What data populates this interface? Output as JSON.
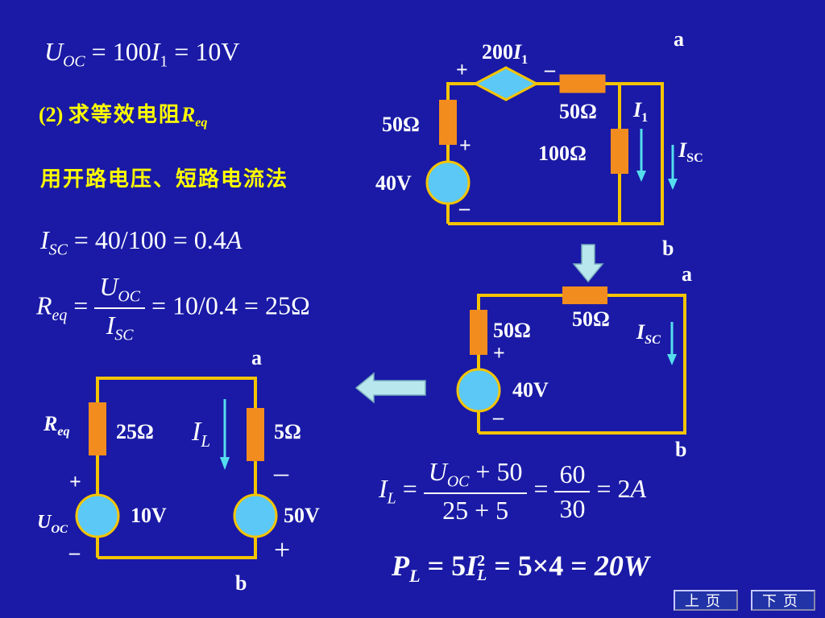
{
  "equations": {
    "uoc": {
      "lhs": "U",
      "lhs_sub": "OC",
      "rhs1": "100",
      "rhs1_var": "I",
      "rhs1_sub": "1",
      "rhs2": "10V"
    },
    "isc": {
      "lhs": "I",
      "lhs_sub": "SC",
      "rhs": "40/100",
      "result": "0.4",
      "unit": "A"
    },
    "req": {
      "lhs": "R",
      "lhs_sub": "eq",
      "num": "U",
      "num_sub": "OC",
      "den": "I",
      "den_sub": "SC",
      "rhs": "10/0.4",
      "result": "25Ω"
    },
    "il": {
      "lhs": "I",
      "lhs_sub": "L",
      "num1": "U",
      "num1_sub": "OC",
      "num1_rest": "+ 50",
      "den1": "25 + 5",
      "num2": "60",
      "den2": "30",
      "result": "2",
      "unit": "A"
    },
    "pl": {
      "lhs": "P",
      "lhs_sub": "L",
      "coef": "5",
      "var": "I",
      "sup": "2",
      "sub": "L",
      "rhs": "5×4",
      "result": "20W"
    }
  },
  "text": {
    "step2_num": "(2)",
    "step2_cn": "求等效电阻",
    "step2_var": "R",
    "step2_sub": "eq",
    "method": "用开路电压、短路电流法"
  },
  "circuit1": {
    "node_a": "a",
    "node_b": "b",
    "dep_source": "200",
    "dep_var": "I",
    "dep_sub": "1",
    "plus": "+",
    "minus": "–",
    "r_left": "50Ω",
    "r_top": "50Ω",
    "r_mid": "100Ω",
    "v_source": "40V",
    "i1": "I",
    "i1_sub": "1",
    "isc": "I",
    "isc_sub": "SC"
  },
  "circuit2": {
    "node_a": "a",
    "node_b": "b",
    "r_left": "50Ω",
    "r_top": "50Ω",
    "v_source": "40V",
    "plus": "+",
    "minus": "–",
    "isc": "I",
    "isc_sub": "SC"
  },
  "circuit3": {
    "node_a": "a",
    "node_b": "b",
    "req": "R",
    "req_sub": "eq",
    "req_val": "25Ω",
    "rl": "5Ω",
    "il": "I",
    "il_sub": "L",
    "v1": "10V",
    "v2": "50V",
    "uoc": "U",
    "uoc_sub": "OC",
    "plus": "+",
    "minus": "–",
    "minus2": "–",
    "plus2": "+"
  },
  "nav": {
    "prev": "上页",
    "next": "下页"
  },
  "colors": {
    "background": "#1a1aa6",
    "resistor": "#f28c1e",
    "wire": "#f5c400",
    "source": "#5cc8f5",
    "arrow": "#55ddee",
    "highlight": "#ffff00"
  }
}
